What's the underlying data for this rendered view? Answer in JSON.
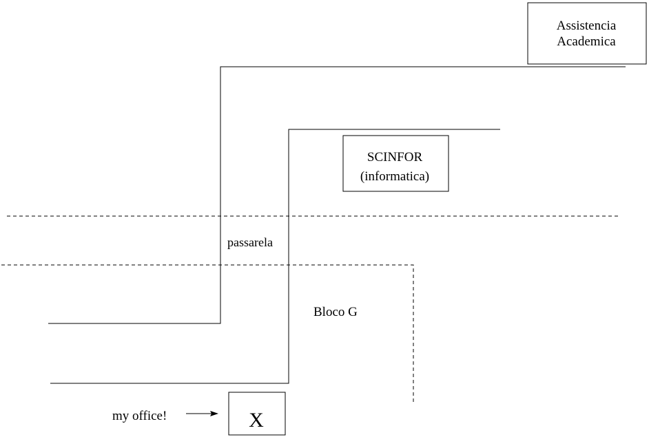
{
  "labels": {
    "assistencia_line1": "Assistencia",
    "assistencia_line2": "Academica",
    "scinfor_line1": "SCINFOR",
    "scinfor_line2": "(informatica)",
    "passarela": "passarela",
    "bloco_g": "Bloco G",
    "my_office": "my office!",
    "office_marker": "X"
  },
  "colors": {
    "ink": "#000000",
    "background": "#ffffff"
  }
}
